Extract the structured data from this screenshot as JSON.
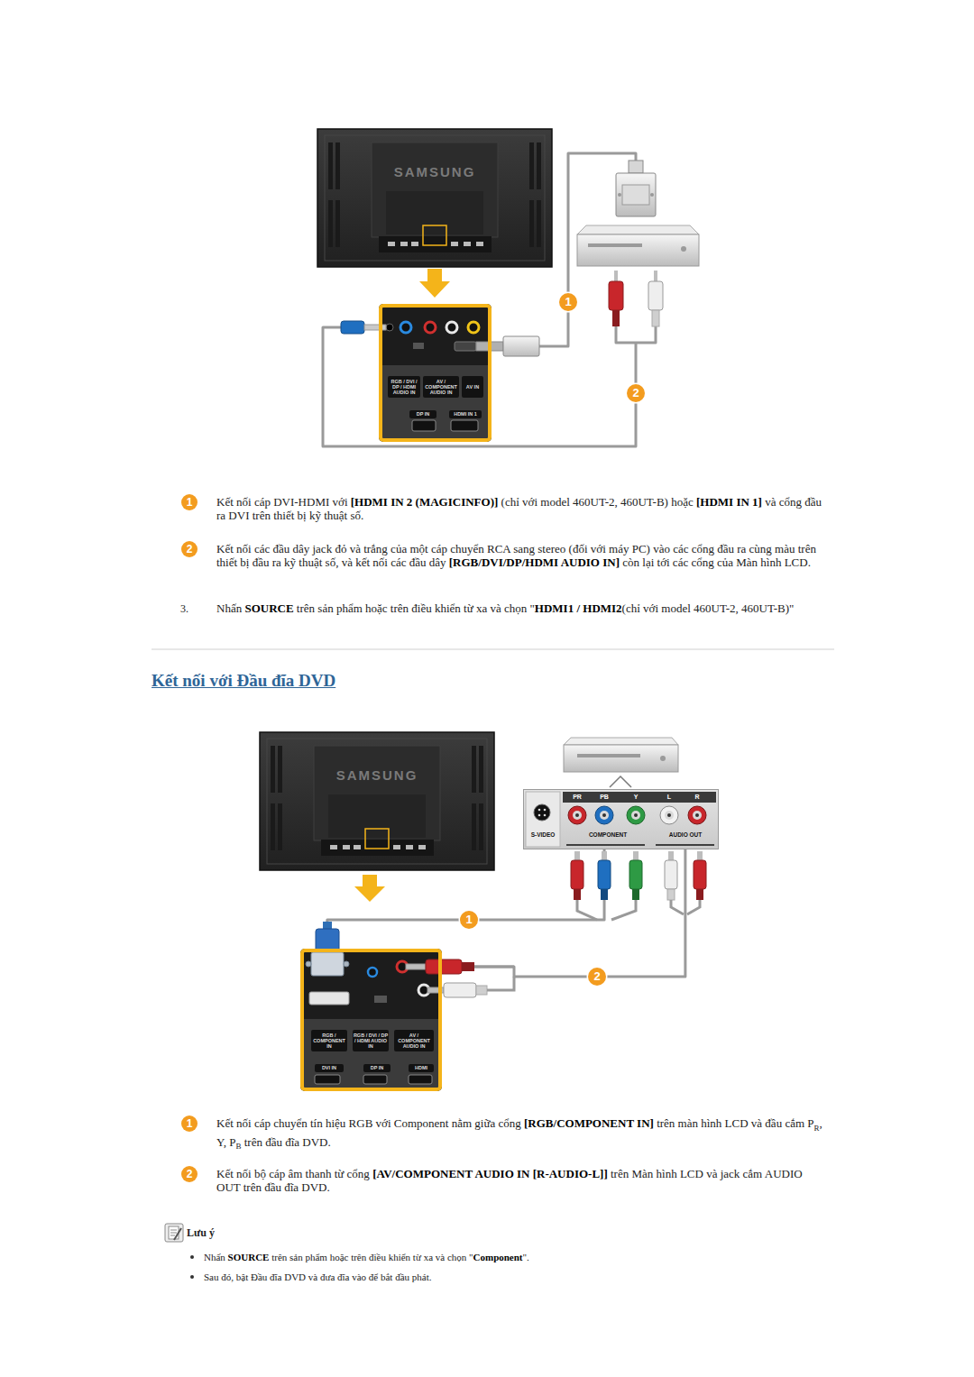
{
  "diagram": {
    "title": "Kết nối với Đầu đĩa DVD",
    "nodes": [
      {
        "text": [
          "RGB / DVI / DP / HDMI AUDIO IN",
          "AV / COMPONENT AUDIO IN",
          "AV IN",
          "DP IN",
          "HDMI IN 1"
        ]
      },
      {
        "text": [
          "S-VIDEO",
          "PR",
          "PB",
          "Y",
          "L",
          "R",
          "COMPONENT",
          "AUDIO OUT"
        ]
      },
      {
        "text": [
          "RGB / COMPONENT IN",
          "RGB / DVI / DP / HDMI AUDIO IN",
          "AV / COMPONENT AUDIO IN",
          "DVI IN",
          "DP IN",
          "HDMI"
        ]
      }
    ],
    "edges": [
      {
        "from": 1,
        "to": 2,
        "arrow": "none",
        "label": "1"
      },
      {
        "from": 1,
        "to": 2,
        "arrow": "none",
        "label": "2"
      }
    ],
    "labels": [
      "SAMSUNG",
      "1",
      "2",
      "1",
      "Kết nối cáp DVI-HDMI với ",
      "[HDMI IN 2 (MAGICINFO)]",
      " (chỉ với model 460UT-2, 460UT-B) hoặc ",
      "[HDMI IN 1]",
      " và cổng đầu ra DVI trên thiết bị kỹ thuật số.",
      "2",
      "Kết nối các đầu dây jack đỏ và trắng của một cáp chuyển RCA sang stereo (đối với máy PC) vào các cổng đầu ra cùng màu trên thiết bị đầu ra kỹ thuật số, và kết nối các đầu dây ",
      "[RGB/DVI/DP/HDMI AUDIO IN]",
      " còn lại tới các cổng của Màn hình LCD.",
      "3.",
      "Nhấn ",
      "SOURCE",
      " trên sản phẩm hoặc trên điều khiển từ xa và chọn \"",
      "HDMI1 / HDMI2",
      "(chỉ với model 460UT-2, 460UT-B)\"",
      "SAMSUNG",
      "1",
      "Kết nối cáp chuyển tín hiệu RGB với Component nằm giữa cổng ",
      "[RGB/COMPONENT IN]",
      " trên màn hình LCD và đầu cắm P",
      "R",
      ", Y, P",
      "B",
      " trên đầu đĩa DVD.",
      "2",
      "Kết nối bộ cáp âm thanh từ cổng ",
      "[AV/COMPONENT AUDIO IN [R-AUDIO-L]]",
      " trên Màn hình LCD và jack cắm AUDIO OUT trên đầu đĩa DVD.",
      "Lưu ý",
      "Nhấn ",
      "SOURCE",
      " trên sản phẩm hoặc trên điều khiển từ xa và chọn \"",
      "Component",
      "\".",
      "Sau đó, bật Đầu đĩa DVD và đưa đĩa vào để bắt đầu phát."
    ]
  }
}
